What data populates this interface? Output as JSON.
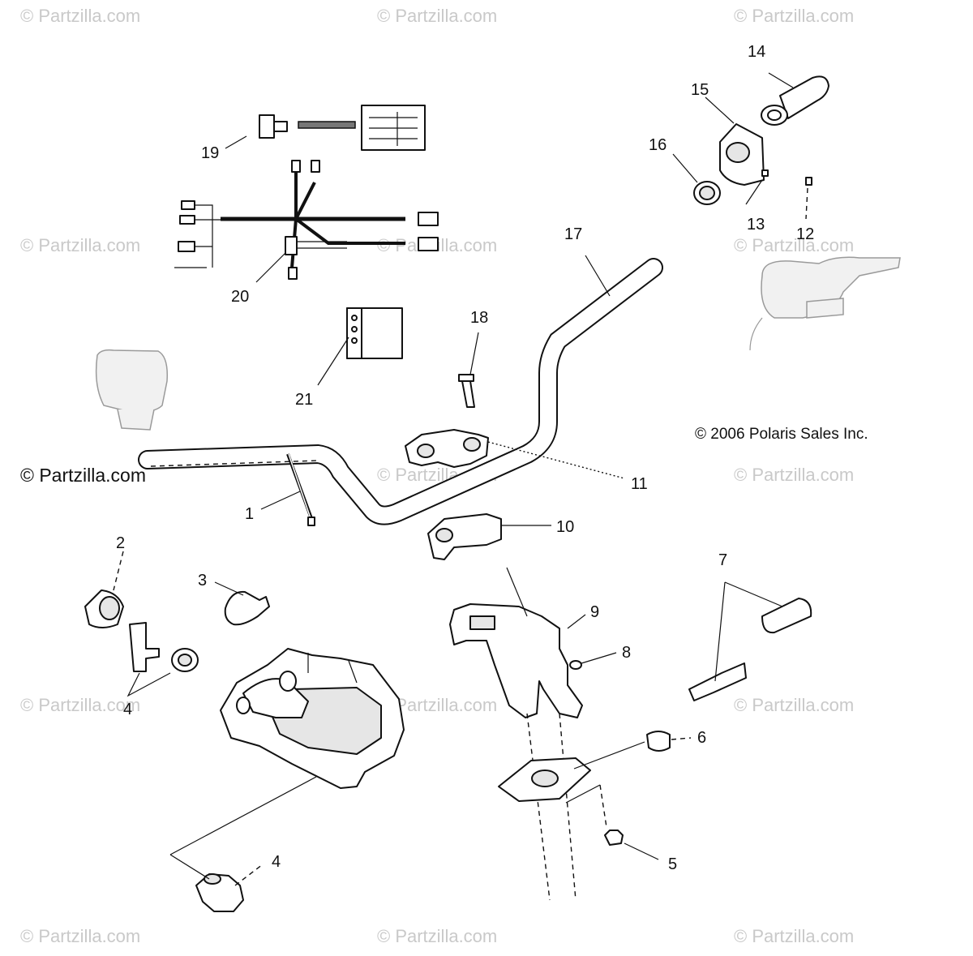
{
  "watermarks": {
    "text": "© Partzilla.com",
    "main_text": "© Partzilla.com"
  },
  "copyright": "© 2006 Polaris Sales Inc.",
  "callouts": {
    "c1": "1",
    "c2": "2",
    "c3": "3",
    "c4a": "4",
    "c4b": "4",
    "c5": "5",
    "c6": "6",
    "c7": "7",
    "c8": "8",
    "c9": "9",
    "c10": "10",
    "c11": "11",
    "c12": "12",
    "c13": "13",
    "c14": "14",
    "c15": "15",
    "c16": "16",
    "c17": "17",
    "c18": "18",
    "c19": "19",
    "c20": "20",
    "c21": "21"
  }
}
